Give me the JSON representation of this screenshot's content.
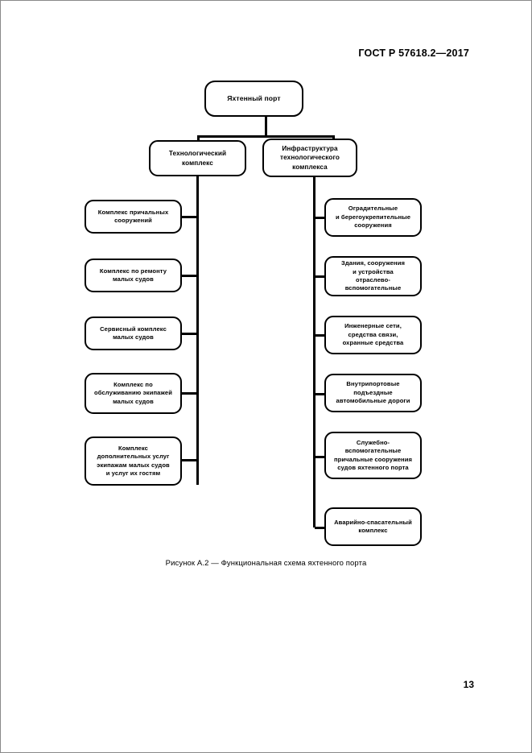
{
  "document": {
    "standard_header": "ГОСТ Р 57618.2—2017",
    "page_number": "13",
    "figure_caption": "Рисунок А.2 — Функциональная схема яхтенного порта"
  },
  "diagram": {
    "root": {
      "label": "Яхтенный порт"
    },
    "branches": [
      {
        "label": "Технологический\nкомплекс",
        "children": [
          {
            "label": "Комплекс причальных\nсооружений"
          },
          {
            "label": "Комплекс по ремонту\nмалых судов"
          },
          {
            "label": "Сервисный комплекс\nмалых судов"
          },
          {
            "label": "Комплекс  по\nобслуживанию экипажей\nмалых судов"
          },
          {
            "label": "Комплекс\nдополнительных услуг\nэкипажам малых судов\nи услуг их гостям"
          }
        ]
      },
      {
        "label": "Инфраструктура\nтехнологического\nкомплекса",
        "children": [
          {
            "label": "Оградительные\nи берегоукрепительные\nсооружения"
          },
          {
            "label": "Здания, сооружения\nи устройства\nотраслево-\nвспомогательные"
          },
          {
            "label": "Инженерные сети,\nсредства связи,\nохранные средства"
          },
          {
            "label": "Внутрипортовые\nподъездные\nавтомобильные дороги"
          },
          {
            "label": "Служебно-\nвспомогательные\nпричальные сооружения\nсудов яхтенного порта"
          },
          {
            "label": "Аварийно-спасательный\nкомплекс"
          }
        ]
      }
    ]
  }
}
